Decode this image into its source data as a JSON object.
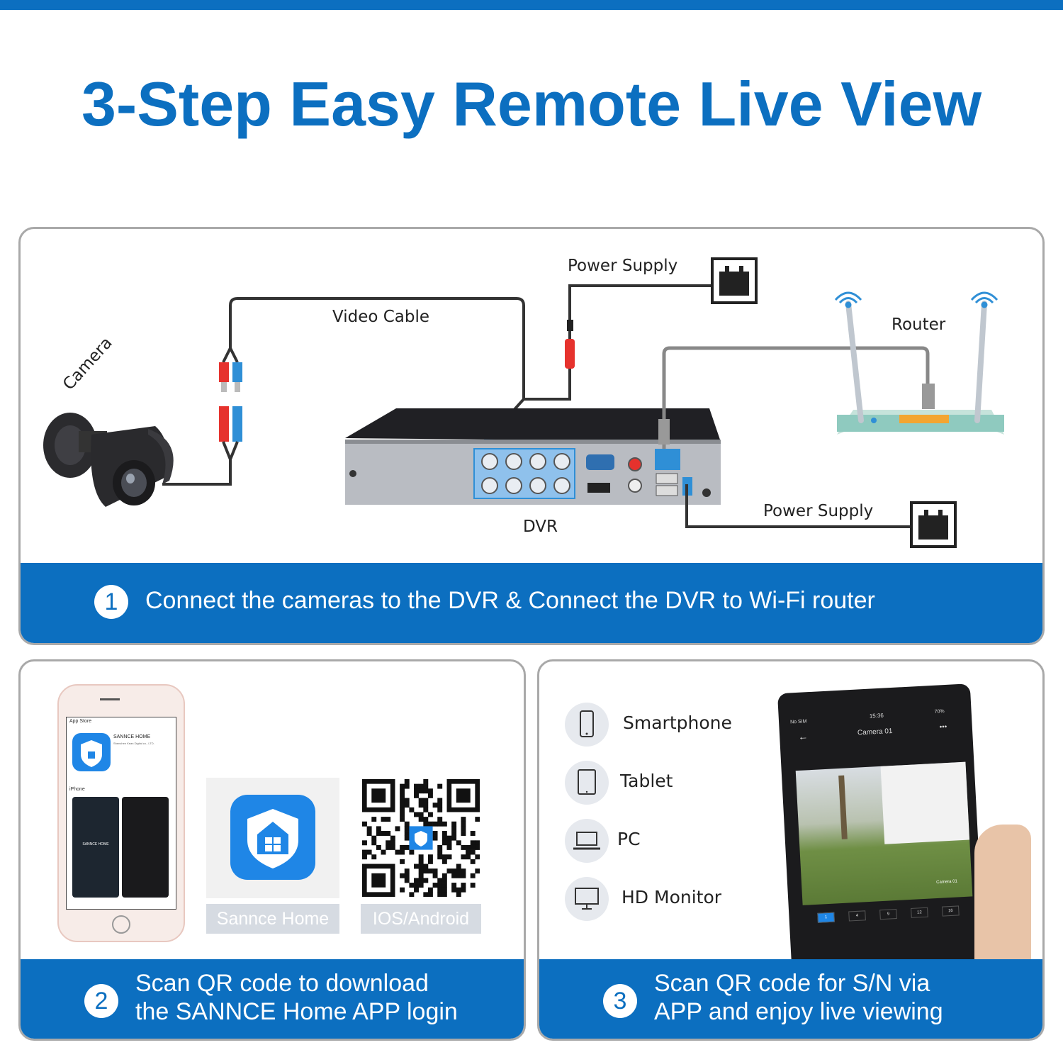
{
  "title": "3-Step Easy Remote Live View",
  "colors": {
    "brand_blue": "#0c6fc0",
    "panel_border": "#a9a9a9",
    "caption_gray": "#d6dbe2"
  },
  "step1": {
    "number": "1",
    "text": "Connect the cameras to the DVR & Connect the DVR to Wi-Fi router",
    "labels": {
      "camera": "Camera",
      "video_cable": "Video Cable",
      "power_supply_top": "Power Supply",
      "router": "Router",
      "dvr": "DVR",
      "power_supply_bottom": "Power Supply"
    }
  },
  "step2": {
    "number": "2",
    "line1": "Scan QR code to download",
    "line2": "the SANNCE Home APP login",
    "phone": {
      "store": "App Store",
      "app_name": "SANNCE HOME",
      "developer": "Shenzhen Kean Digital co., LTD.",
      "section": "iPhone",
      "screenshot_label": "SANNCE HOME"
    },
    "app_tile_caption": "Sannce Home",
    "qr_caption": "IOS/Android"
  },
  "step3": {
    "number": "3",
    "line1": "Scan QR code for S/N via",
    "line2": "APP and enjoy live viewing",
    "devices": [
      {
        "label": "Smartphone",
        "icon": "smartphone-icon"
      },
      {
        "label": "Tablet",
        "icon": "tablet-icon"
      },
      {
        "label": "PC",
        "icon": "laptop-icon"
      },
      {
        "label": "HD Monitor",
        "icon": "monitor-icon"
      }
    ],
    "tablet_screen": {
      "status_left": "No SIM",
      "time": "15:36",
      "battery": "70%",
      "camera_title": "Camera 01",
      "overlay_label": "Camera 01",
      "channels": [
        "1",
        "4",
        "9",
        "12",
        "16"
      ]
    }
  }
}
